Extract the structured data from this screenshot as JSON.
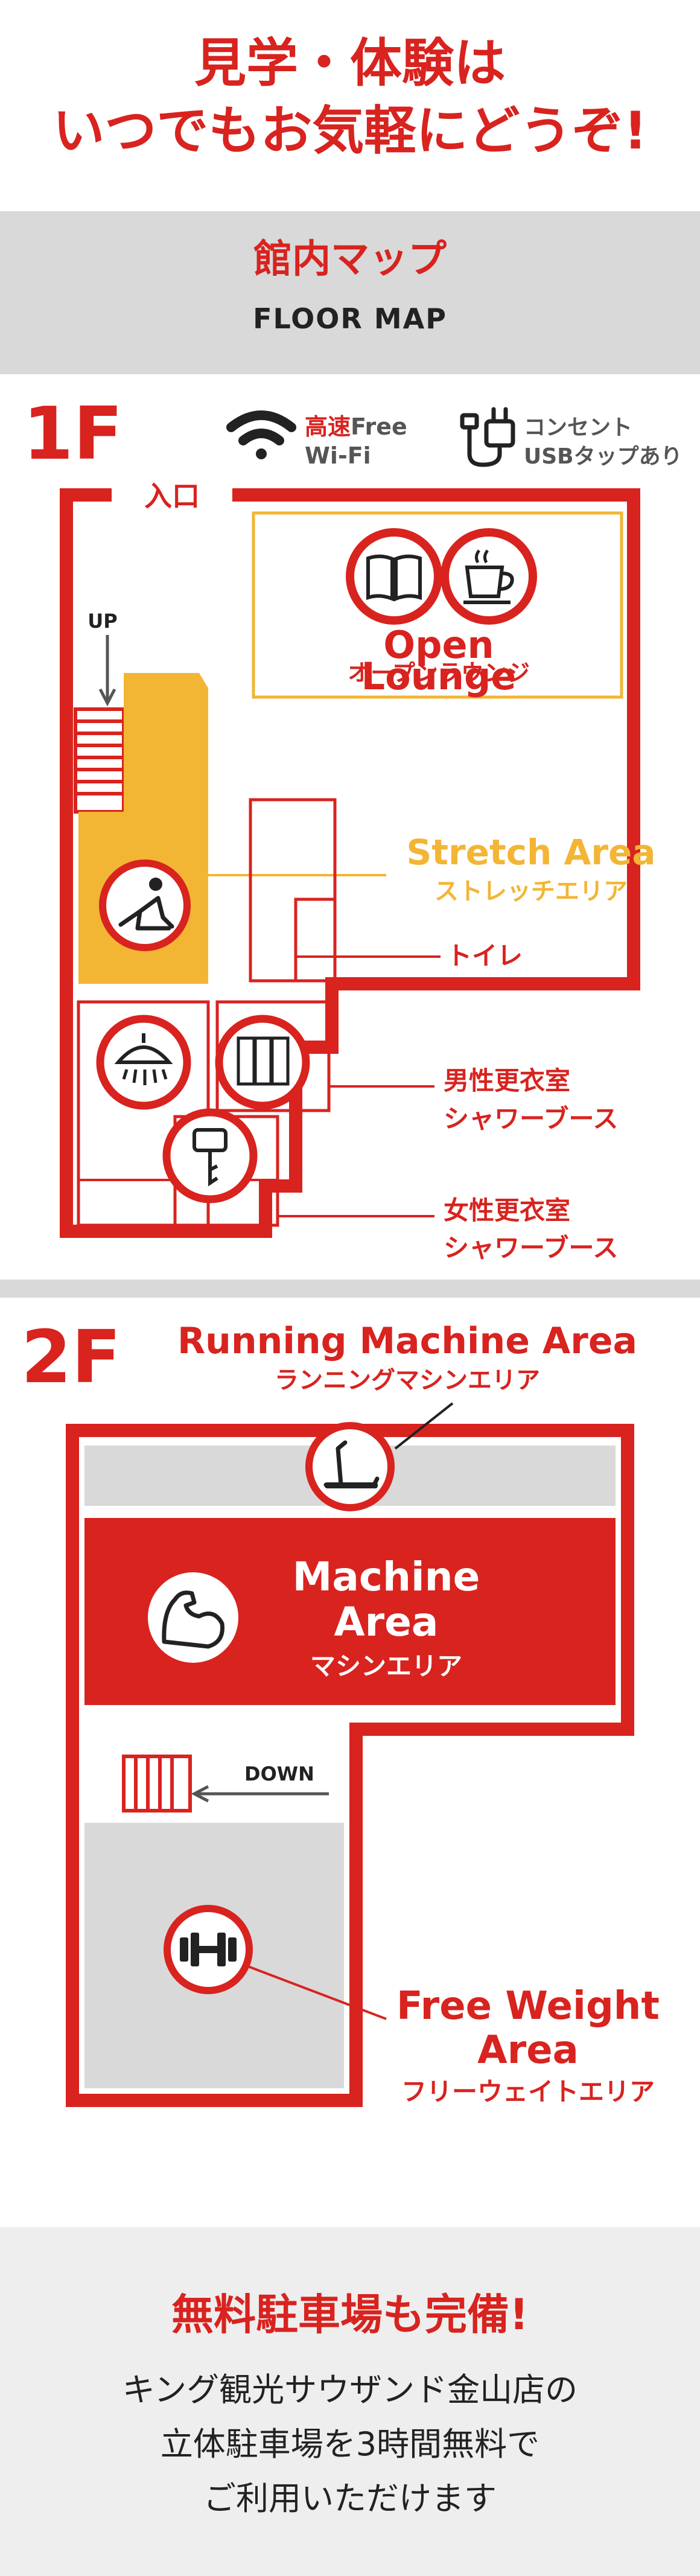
{
  "colors": {
    "red": "#d8231f",
    "yellow": "#f3b534",
    "gray": "#d9d9d9",
    "text": "#222222"
  },
  "header": {
    "line1": "見学・体験は",
    "line2": "いつでもお気軽にどうぞ!"
  },
  "map_banner": {
    "title_ja": "館内マップ",
    "title_en": "FLOOR MAP"
  },
  "floor1": {
    "label": "1F",
    "amenity_wifi": {
      "icon": "wifi-icon",
      "prefix": "高速",
      "line1_rest": "Free",
      "line2": "Wi-Fi"
    },
    "amenity_power": {
      "icon": "power-plug-icon",
      "line1": "コンセント",
      "line2": "USBタップあり"
    },
    "entrance": "入口",
    "stairs_up": "UP",
    "open_lounge": {
      "en_line1": "Open",
      "en_line2": "Lounge",
      "ja": "オープンラウンジ"
    },
    "stretch": {
      "en": "Stretch Area",
      "ja": "ストレッチエリア"
    },
    "toilet": "トイレ",
    "mens": {
      "line1": "男性更衣室",
      "line2": "シャワーブース"
    },
    "womens": {
      "line1": "女性更衣室",
      "line2": "シャワーブース"
    }
  },
  "floor2": {
    "label": "2F",
    "running": {
      "en": "Running Machine Area",
      "ja": "ランニングマシンエリア"
    },
    "machine": {
      "en_line1": "Machine",
      "en_line2": "Area",
      "ja": "マシンエリア"
    },
    "stairs_down": "DOWN",
    "free_weight": {
      "en_line1": "Free Weight",
      "en_line2": "Area",
      "ja": "フリーウェイトエリア"
    }
  },
  "parking": {
    "title": "無料駐車場も完備!",
    "line1": "キング観光サウザンド金山店の",
    "line2": "立体駐車場を3時間無料で",
    "line3": "ご利用いただけます"
  }
}
